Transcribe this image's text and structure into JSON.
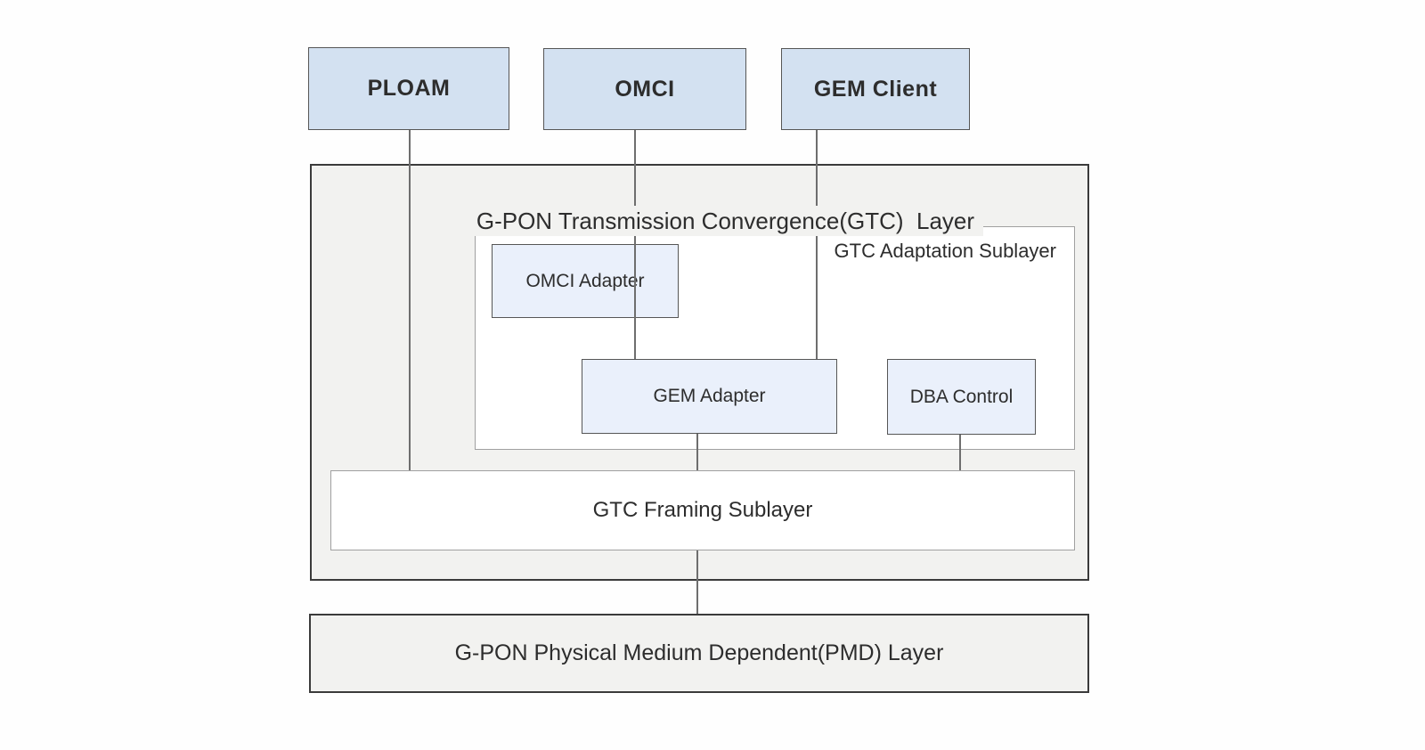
{
  "diagram": {
    "top_boxes": [
      {
        "label": "PLOAM"
      },
      {
        "label": "OMCI"
      },
      {
        "label": "GEM Client"
      }
    ],
    "gtc_layer": {
      "title": "G-PON Transmission Convergence(GTC)  Layer",
      "adaptation_sublayer": {
        "label": "GTC Adaptation Sublayer",
        "boxes": [
          {
            "label": "OMCI Adapter"
          },
          {
            "label": "GEM Adapter"
          },
          {
            "label": "DBA Control"
          }
        ]
      },
      "framing_sublayer": {
        "label": "GTC Framing Sublayer"
      }
    },
    "pmd_layer": {
      "label": "G-PON Physical Medium Dependent(PMD) Layer"
    },
    "colors": {
      "top_box_fill": "#d3e1f1",
      "inner_box_fill": "#eaf0fb",
      "layer_fill": "#f2f2f0",
      "border_dark": "#3b3b3b",
      "border_mid": "#565656",
      "border_light": "#a0a0a0",
      "line_color": "#6e6e6e",
      "text_color": "#2d2d2d"
    }
  }
}
